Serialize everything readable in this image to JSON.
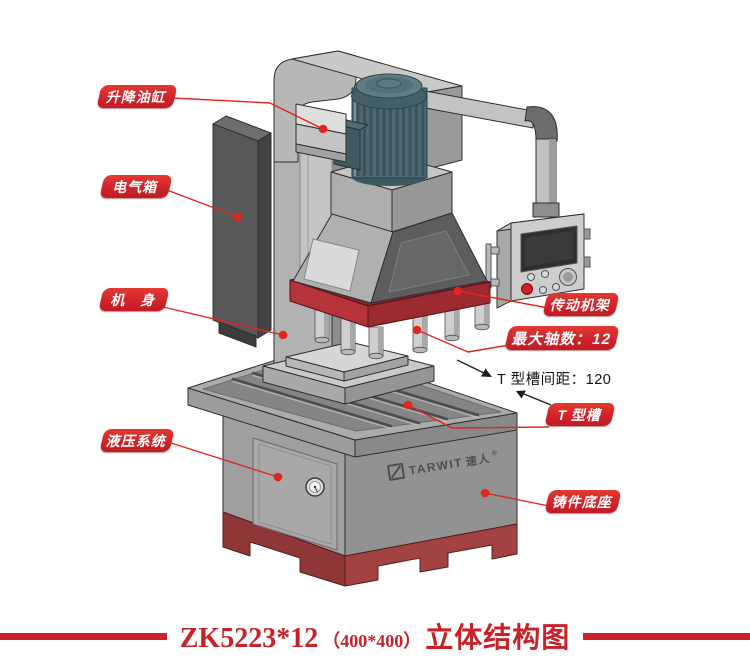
{
  "labels": {
    "lift_cylinder": "升降油缸",
    "electric_box": "电气箱",
    "machine_body": "机　身",
    "hydraulic_system": "液压系统",
    "drive_frame": "传动机架",
    "max_spindles": "最大轴数：12",
    "t_slot": "T 型槽",
    "cast_base": "铸件底座"
  },
  "annotations": {
    "t_slot_spacing": "T 型槽间距：120"
  },
  "brand": {
    "logo_text": "TARWIT",
    "logo_suffix": "速人",
    "reg": "®"
  },
  "title": {
    "model": "ZK5223*12",
    "spec": "（400*400）",
    "name": "立体结构图"
  },
  "colors": {
    "label_red": "#d2232b",
    "leader_red": "#e2251d",
    "title_red": "#c92128",
    "plate_red": "#b5343a",
    "base_red": "#963939",
    "motor_teal": "#4c6870"
  }
}
